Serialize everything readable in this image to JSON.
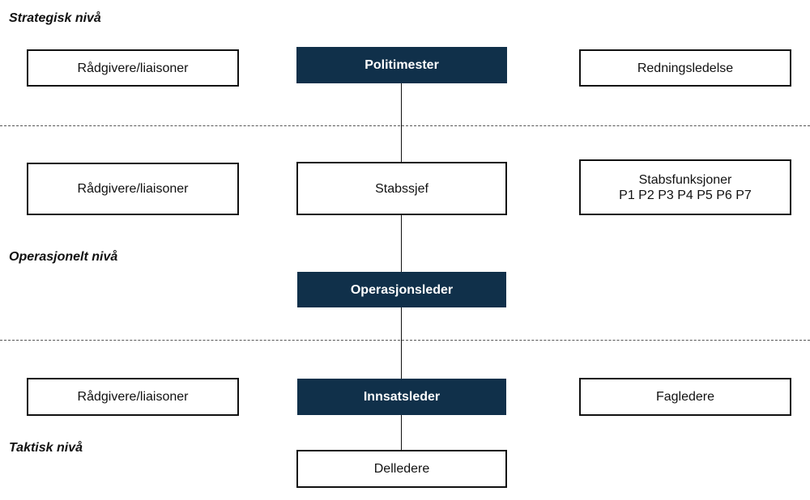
{
  "levels": {
    "strategic": "Strategisk nivå",
    "operational": "Operasjonelt nivå",
    "tactical": "Taktisk nivå"
  },
  "boxes": {
    "advisors_strategic": "Rådgivere/liaisoner",
    "chief_of_police": "Politimester",
    "rescue_management": "Redningsledelse",
    "advisors_operational": "Rådgivere/liaisoner",
    "chief_of_staff": "Stabssjef",
    "staff_functions_title": "Stabsfunksjoner",
    "staff_functions_list": "P1 P2 P3 P4 P5 P6 P7",
    "operations_leader": "Operasjonsleder",
    "advisors_tactical": "Rådgivere/liaisoner",
    "incident_commander": "Innsatsleder",
    "specialist_leaders": "Fagledere",
    "section_leaders": "Delledere"
  },
  "colors": {
    "dark_box": "#10304a",
    "border": "#111111"
  }
}
